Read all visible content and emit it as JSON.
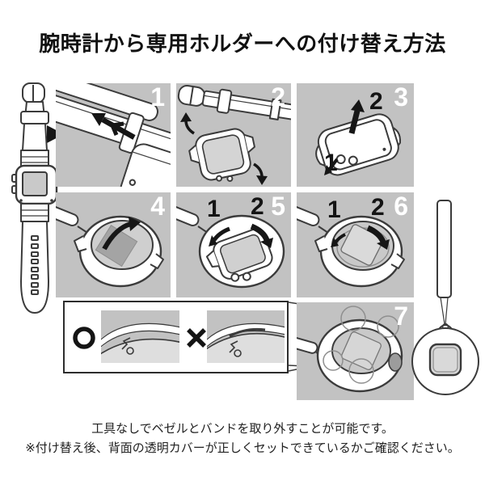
{
  "title": "腕時計から専用ホルダーへの付け替え方法",
  "panels": [
    {
      "number": "1"
    },
    {
      "number": "2"
    },
    {
      "number": "3",
      "step1": "1",
      "step2": "2"
    },
    {
      "number": "4"
    },
    {
      "number": "5",
      "step1": "1",
      "step2": "2"
    },
    {
      "number": "6",
      "step1": "1",
      "step2": "2"
    },
    {
      "number": "7"
    }
  ],
  "comparison": {
    "correct_icon": "maru-circle-mark",
    "incorrect_icon": "batsu-cross-mark"
  },
  "icons": {
    "transfer_direction": "right-pointing-triangle"
  },
  "footer": {
    "line1": "工具なしでベゼルとバンドを取り外すことが可能です。",
    "line2": "※付け替え後、背面の透明カバーが正しくセットできているかご確認ください。"
  },
  "colors": {
    "panel_bg": "#c2c2c2",
    "outline": "#3b3b3b",
    "arrow_black": "#161616",
    "cover_dark_gray": "#a4a4a4",
    "cover_light_gray": "#d9d9d9",
    "screen_gray": "#c9c9c9"
  }
}
